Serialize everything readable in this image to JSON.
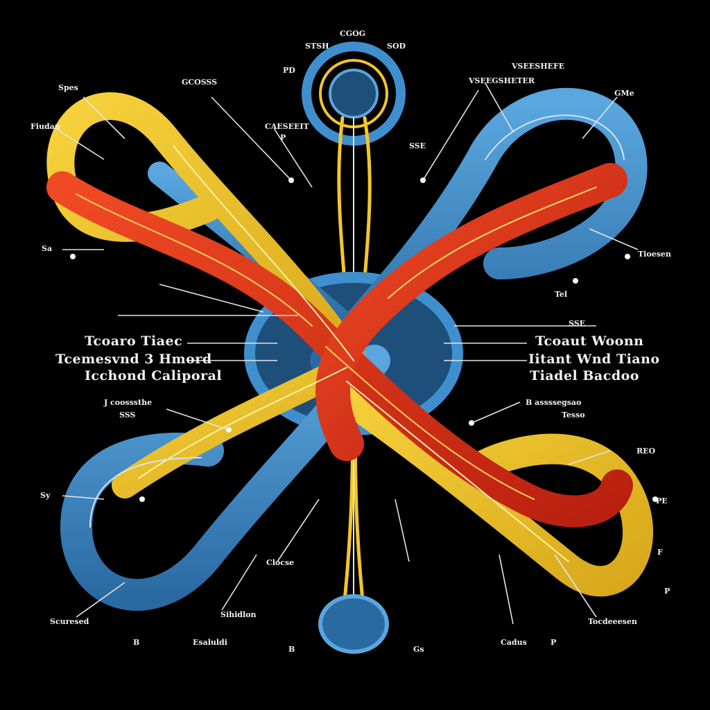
{
  "palette": {
    "background": "#000000",
    "red": "#e2331c",
    "red_dark": "#9c1a0e",
    "yellow": "#f3c62a",
    "yellow_dark": "#b48a12",
    "blue": "#3f8fcf",
    "blue_dark": "#1d4f7a",
    "label": "#f2f2f2"
  },
  "labels": {
    "top_center": "CGOG",
    "top_left": "STSH",
    "top_right": "SOD",
    "top_small_left": "PD",
    "upper_left_group": "GCOSSS",
    "upper_left_corner": "Spes",
    "left_edge_top": "Fiudan",
    "mid_upper_left": "CAESEEIT",
    "mid_upper_left_sub": "P",
    "left_mid": "Sa",
    "upper_right_top": "VSEESHEFE",
    "upper_right_sub": "VSEEGSHETER",
    "upper_right_corner": "GMe",
    "upper_right_small": "SSE",
    "right_mid": "Tioesen",
    "center_small_right": "Tel",
    "center_right_small": "SSE",
    "big_left_line1": "Tcoaro Tiaec",
    "big_left_line2": "Tcemesvnd 3 Hmord",
    "big_left_line3": "Icchond Caliporal",
    "big_right_line1": "Tcoaut Woonn",
    "big_right_line2": "Iitant Wnd Tiano",
    "big_right_line3": "Tiadel Bacdoo",
    "lower_left_group": "J coosssthe",
    "lower_left_group_sub": "SSS",
    "lower_right_group": "B assssegsao",
    "lower_right_group_sub": "Tesso",
    "lower_right_small": "REO",
    "left_lower": "Sy",
    "right_lower_small": "PE",
    "right_lower_2": "F",
    "right_lower_3": "P",
    "bottom_left": "Scuresed",
    "bottom_left_2": "B",
    "bottom_center_left": "Sihidlon",
    "bottom_center": "Clocse",
    "bottom_center_2": "Esaluldi",
    "bottom_center_3": "B",
    "bottom_right_1": "Cadus",
    "bottom_right_2": "P",
    "bottom_right_3": "Tocdeeesen",
    "bottom_right_small": "Gs"
  }
}
